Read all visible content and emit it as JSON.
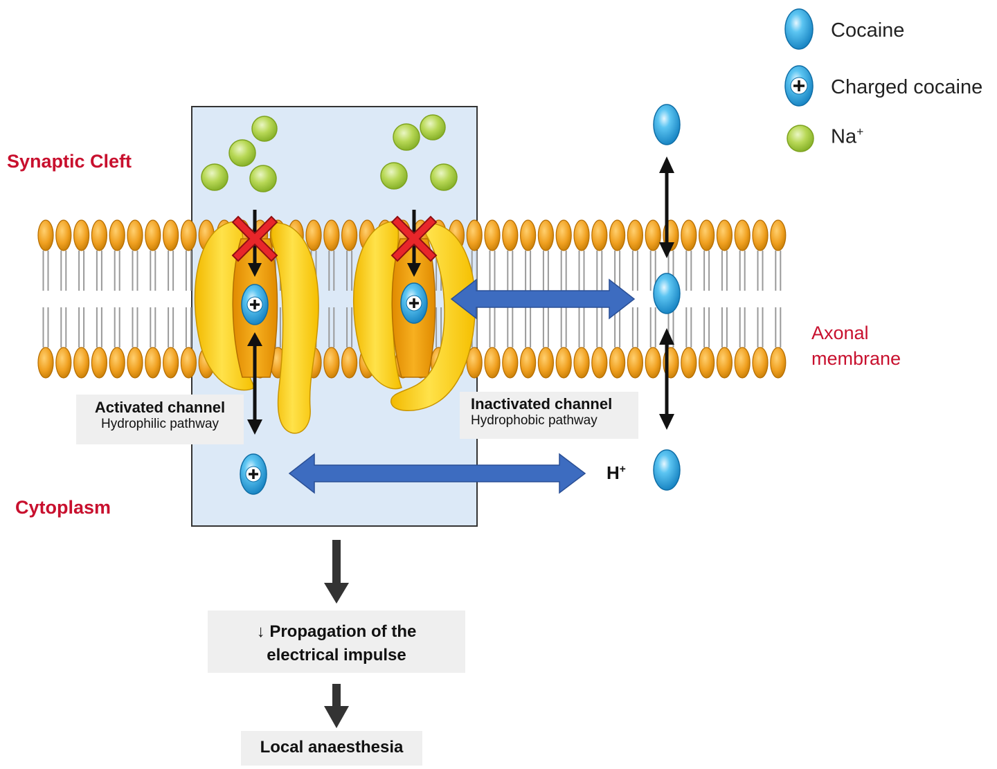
{
  "legend": {
    "cocaine": "Cocaine",
    "charged_cocaine": "Charged cocaine",
    "sodium": "Na",
    "sodium_charge": "+"
  },
  "labels": {
    "synaptic_cleft": "Synaptic Cleft",
    "cytoplasm": "Cytoplasm",
    "axonal_membrane_line1": "Axonal",
    "axonal_membrane_line2": "membrane",
    "proton": "H",
    "proton_charge": "+"
  },
  "channels": {
    "activated_title": "Activated channel",
    "activated_sub": "Hydrophilic pathway",
    "inactivated_title": "Inactivated channel",
    "inactivated_sub": "Hydrophobic pathway"
  },
  "flow": {
    "step1_arrow": "↓",
    "step1_line1": "Propagation of the",
    "step1_line2": "electrical impulse",
    "step2": "Local anaesthesia"
  },
  "colors": {
    "lipid_head": "#f0a020",
    "lipid_head_stroke": "#b56d00",
    "channel_yellow": "#ffd21f",
    "channel_orange": "#f2a100",
    "sodium_green": "#a8cc3a",
    "cocaine_blue": "#29a8e0",
    "double_arrow_blue": "#3d6cc0",
    "block_red": "#e8262a",
    "label_red": "#c8102e",
    "box_panel": "#dce9f7"
  }
}
